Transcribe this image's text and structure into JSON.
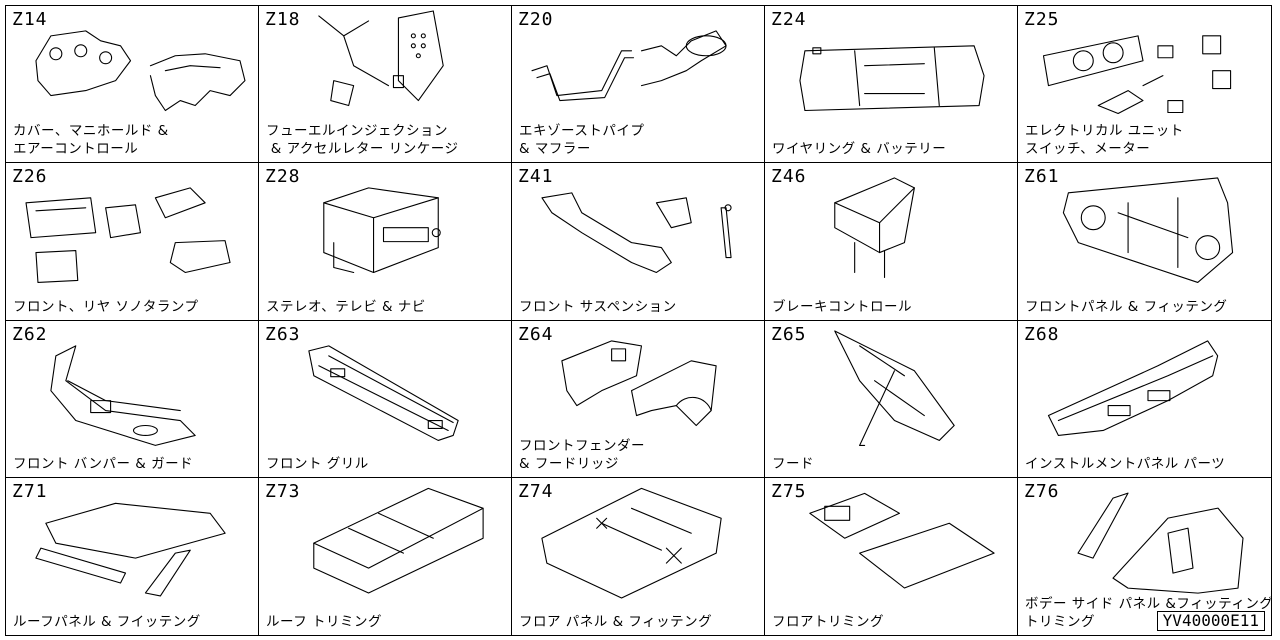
{
  "sections": [
    {
      "code": "Z14",
      "label": "カバー、マニホールド &\nエアーコントロール",
      "icon": "manifold"
    },
    {
      "code": "Z18",
      "label": "フューエルインジェクション\n & アクセルレター リンケージ",
      "icon": "pedal"
    },
    {
      "code": "Z20",
      "label": "エキゾーストパイプ\n& マフラー",
      "icon": "exhaust"
    },
    {
      "code": "Z24",
      "label": "ワイヤリング & バッテリー",
      "icon": "wiring"
    },
    {
      "code": "Z25",
      "label": "エレクトリカル ユニット\nスイッチ、メーター",
      "icon": "electrical"
    },
    {
      "code": "Z26",
      "label": "フロント、リヤ ソノタランプ",
      "icon": "lamps"
    },
    {
      "code": "Z28",
      "label": "ステレオ、テレビ & ナビ",
      "icon": "stereo"
    },
    {
      "code": "Z41",
      "label": "フロント サスペンション",
      "icon": "suspension"
    },
    {
      "code": "Z46",
      "label": "ブレーキコントロール",
      "icon": "brake"
    },
    {
      "code": "Z61",
      "label": "フロントパネル & フィッテング",
      "icon": "front-panel"
    },
    {
      "code": "Z62",
      "label": "フロント バンパー & ガード",
      "icon": "bumper"
    },
    {
      "code": "Z63",
      "label": "フロント グリル",
      "icon": "grille"
    },
    {
      "code": "Z64",
      "label": "フロントフェンダー\n& フードリッジ",
      "icon": "fender"
    },
    {
      "code": "Z65",
      "label": "フード",
      "icon": "hood"
    },
    {
      "code": "Z68",
      "label": "インストルメントパネル パーツ",
      "icon": "dashboard"
    },
    {
      "code": "Z71",
      "label": "ルーフパネル & フイッテング",
      "icon": "roof"
    },
    {
      "code": "Z73",
      "label": "ルーフ トリミング",
      "icon": "roof-trim"
    },
    {
      "code": "Z74",
      "label": "フロア パネル & フィッテング",
      "icon": "floor"
    },
    {
      "code": "Z75",
      "label": "フロアトリミング",
      "icon": "floor-mat"
    },
    {
      "code": "Z76",
      "label": "ボデー サイド パネル &フィッティング\nトリミング",
      "icon": "body-side"
    }
  ],
  "reference_code": "YV40000E11"
}
